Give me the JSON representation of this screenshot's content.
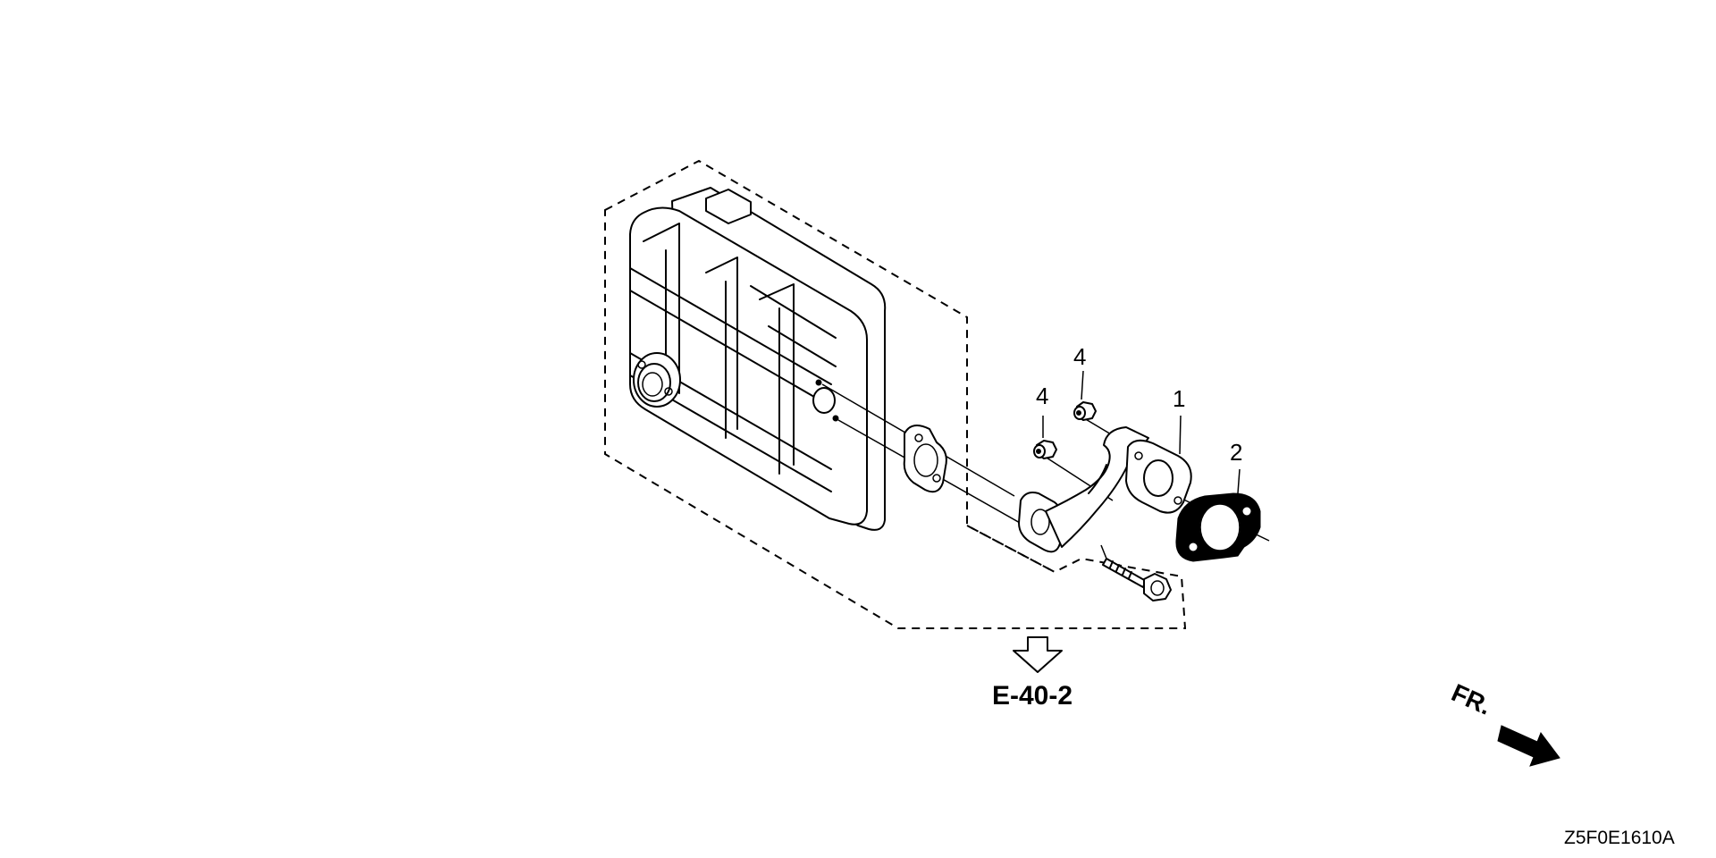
{
  "callouts": {
    "part_1": "1",
    "part_2": "2",
    "part_4_upper": "4",
    "part_4_lower": "4"
  },
  "reference": "E-40-2",
  "direction": "FR.",
  "figure_code": "Z5F0E1610A",
  "colors": {
    "ink": "#000000",
    "paper": "#ffffff"
  }
}
